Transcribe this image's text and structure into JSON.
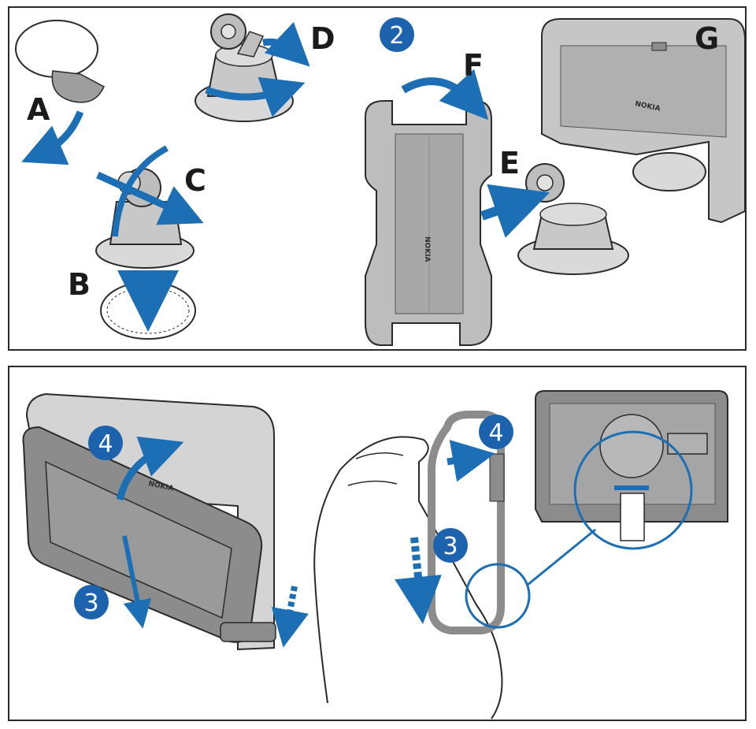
{
  "colors": {
    "accent_blue": "#1c6fb4",
    "badge_blue": "#1d62ad",
    "part_gray": "#bdbdbd",
    "dark_gray": "#8c8c8c",
    "outline": "#2a2a2a",
    "screen_gray": "#9a9a9a"
  },
  "labels": {
    "A": "A",
    "B": "B",
    "C": "C",
    "D": "D",
    "E": "E",
    "F": "F",
    "G": "G"
  },
  "steps": {
    "two": "2",
    "three_left": "3",
    "four_left": "4",
    "three_hand": "3",
    "four_hand": "4"
  },
  "brand": "NOKIA",
  "icons": [
    "suction-mount-icon",
    "phone-holder-icon",
    "hand-icon",
    "magnifier-icon",
    "arrow-icon"
  ]
}
